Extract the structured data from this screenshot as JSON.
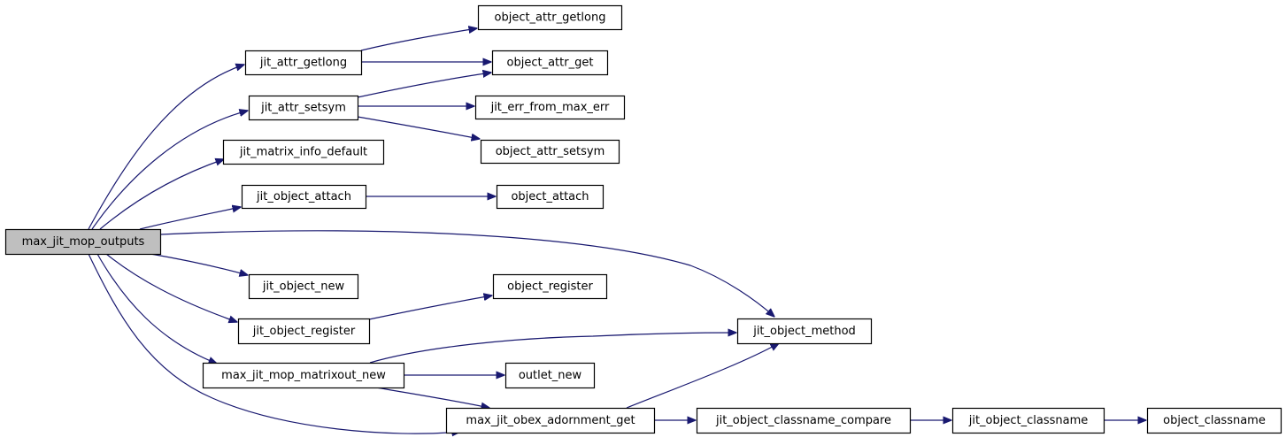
{
  "diagram": {
    "type": "call-graph",
    "colors": {
      "edge": "#191970",
      "root_fill": "#bfbfbf",
      "node_fill": "#ffffff",
      "node_border": "#000000"
    },
    "nodes": [
      {
        "id": "max_jit_mop_outputs",
        "label": "max_jit_mop_outputs",
        "root": true
      },
      {
        "id": "jit_attr_getlong",
        "label": "jit_attr_getlong"
      },
      {
        "id": "jit_attr_setsym",
        "label": "jit_attr_setsym"
      },
      {
        "id": "jit_matrix_info_default",
        "label": "jit_matrix_info_default"
      },
      {
        "id": "jit_object_attach",
        "label": "jit_object_attach"
      },
      {
        "id": "jit_object_new",
        "label": "jit_object_new"
      },
      {
        "id": "jit_object_register",
        "label": "jit_object_register"
      },
      {
        "id": "max_jit_mop_matrixout_new",
        "label": "max_jit_mop_matrixout_new"
      },
      {
        "id": "max_jit_obex_adornment_get",
        "label": "max_jit_obex_adornment_get"
      },
      {
        "id": "object_attr_getlong",
        "label": "object_attr_getlong"
      },
      {
        "id": "object_attr_get",
        "label": "object_attr_get"
      },
      {
        "id": "jit_err_from_max_err",
        "label": "jit_err_from_max_err"
      },
      {
        "id": "object_attr_setsym",
        "label": "object_attr_setsym"
      },
      {
        "id": "object_attach",
        "label": "object_attach"
      },
      {
        "id": "object_register",
        "label": "object_register"
      },
      {
        "id": "jit_object_method",
        "label": "jit_object_method"
      },
      {
        "id": "outlet_new",
        "label": "outlet_new"
      },
      {
        "id": "jit_object_classname_compare",
        "label": "jit_object_classname_compare"
      },
      {
        "id": "jit_object_classname",
        "label": "jit_object_classname"
      },
      {
        "id": "object_classname",
        "label": "object_classname"
      }
    ],
    "edges": [
      {
        "from": "max_jit_mop_outputs",
        "to": "jit_attr_getlong"
      },
      {
        "from": "max_jit_mop_outputs",
        "to": "jit_attr_setsym"
      },
      {
        "from": "max_jit_mop_outputs",
        "to": "jit_matrix_info_default"
      },
      {
        "from": "max_jit_mop_outputs",
        "to": "jit_object_attach"
      },
      {
        "from": "max_jit_mop_outputs",
        "to": "jit_object_method"
      },
      {
        "from": "max_jit_mop_outputs",
        "to": "jit_object_new"
      },
      {
        "from": "max_jit_mop_outputs",
        "to": "jit_object_register"
      },
      {
        "from": "max_jit_mop_outputs",
        "to": "max_jit_mop_matrixout_new"
      },
      {
        "from": "max_jit_mop_outputs",
        "to": "max_jit_obex_adornment_get"
      },
      {
        "from": "jit_attr_getlong",
        "to": "object_attr_getlong"
      },
      {
        "from": "jit_attr_getlong",
        "to": "object_attr_get"
      },
      {
        "from": "jit_attr_setsym",
        "to": "object_attr_get"
      },
      {
        "from": "jit_attr_setsym",
        "to": "jit_err_from_max_err"
      },
      {
        "from": "jit_attr_setsym",
        "to": "object_attr_setsym"
      },
      {
        "from": "jit_object_attach",
        "to": "object_attach"
      },
      {
        "from": "jit_object_register",
        "to": "object_register"
      },
      {
        "from": "max_jit_mop_matrixout_new",
        "to": "jit_object_method"
      },
      {
        "from": "max_jit_mop_matrixout_new",
        "to": "outlet_new"
      },
      {
        "from": "max_jit_mop_matrixout_new",
        "to": "max_jit_obex_adornment_get"
      },
      {
        "from": "max_jit_obex_adornment_get",
        "to": "jit_object_method"
      },
      {
        "from": "max_jit_obex_adornment_get",
        "to": "jit_object_classname_compare"
      },
      {
        "from": "jit_object_classname_compare",
        "to": "jit_object_classname"
      },
      {
        "from": "jit_object_classname",
        "to": "object_classname"
      }
    ]
  }
}
